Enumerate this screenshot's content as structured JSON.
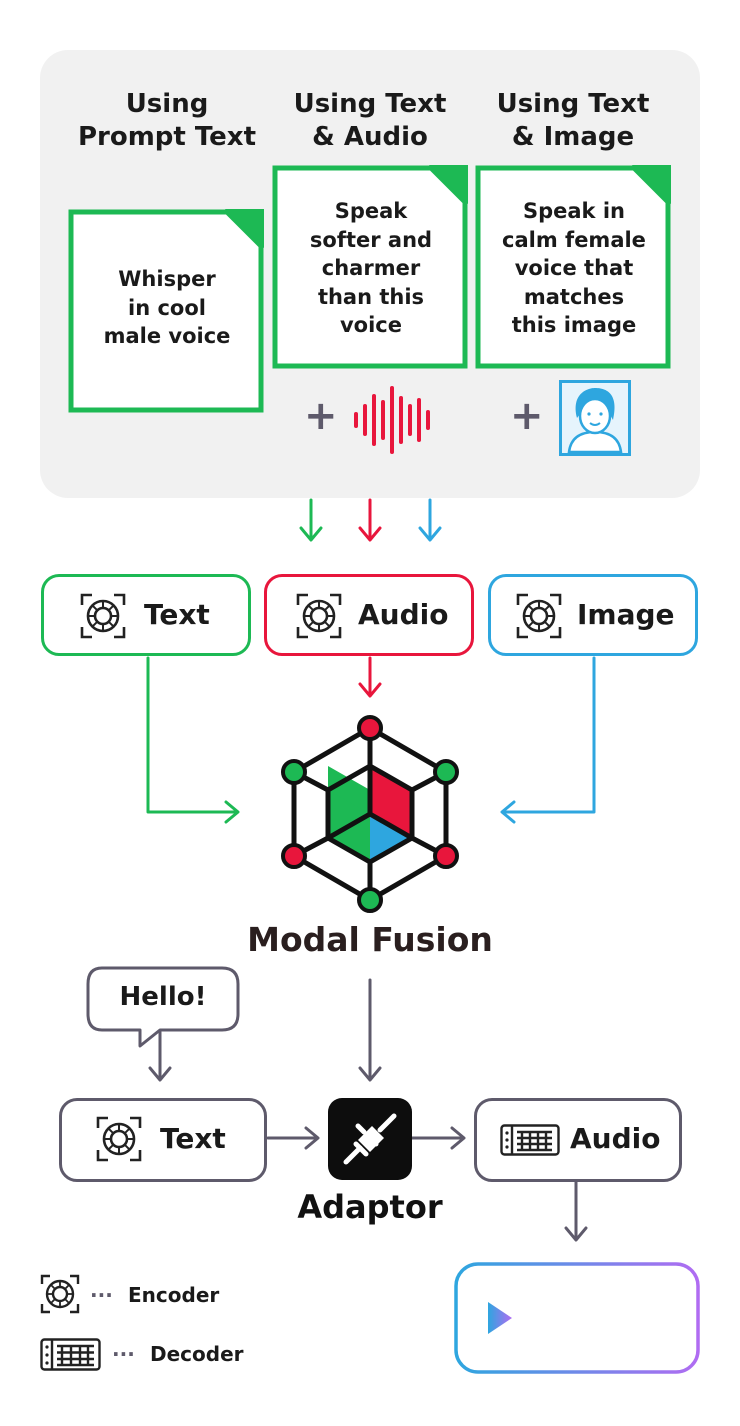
{
  "panel": {
    "columns": [
      {
        "heading": "Using\nPrompt Text",
        "prompt": "Whisper\nin cool\nmale voice",
        "addon": ""
      },
      {
        "heading": "Using Text\n& Audio",
        "prompt": "Speak\nsofter and\ncharmer\nthan this\nvoice",
        "addon": "audio-wave-icon"
      },
      {
        "heading": "Using Text\n& Image",
        "prompt": "Speak in\ncalm female\nvoice that\nmatches\nthis image",
        "addon": "portrait-icon"
      }
    ],
    "plus_sign": "+"
  },
  "encoders": {
    "text": "Text",
    "audio": "Audio",
    "image": "Image"
  },
  "fusion": {
    "title": "Modal Fusion"
  },
  "pipeline": {
    "speech_bubble": "Hello!",
    "text_encoder": "Text",
    "adaptor": "Adaptor",
    "audio_decoder": "Audio"
  },
  "legend": {
    "encoder": "Encoder",
    "decoder": "Decoder",
    "dots": "···"
  },
  "colors": {
    "green": "#1db954",
    "red": "#e8163c",
    "blue": "#2ea6df",
    "gray": "#5e5a6b",
    "purple": "#b06cf2"
  }
}
